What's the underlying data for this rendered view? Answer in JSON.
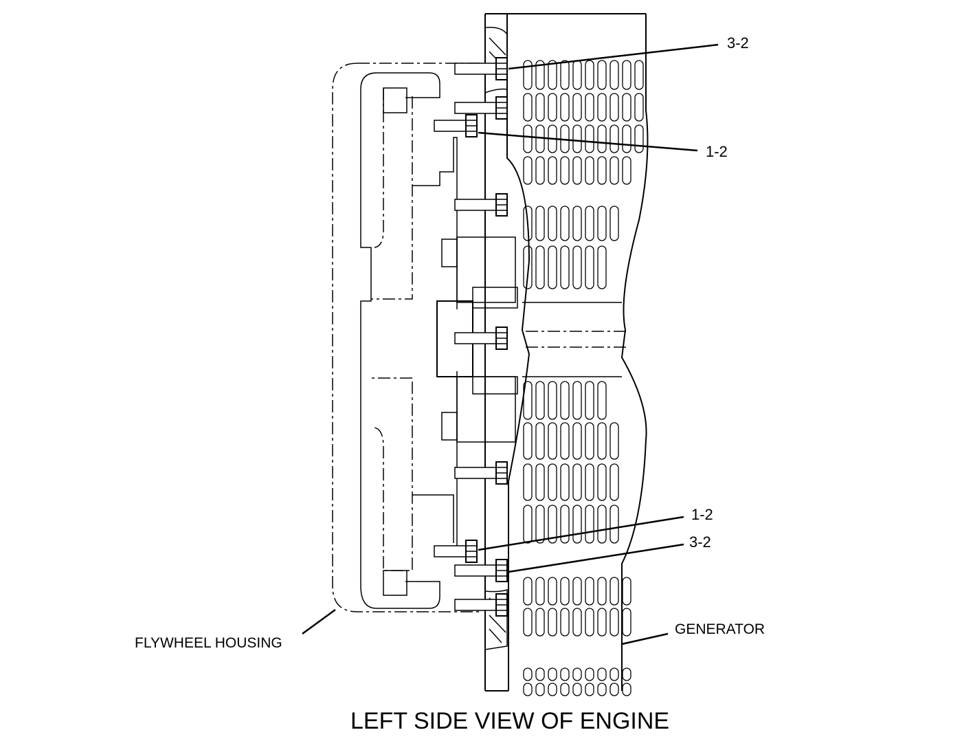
{
  "labels": {
    "callout_top_3_2": "3-2",
    "callout_top_1_2": "1-2",
    "callout_bottom_1_2": "1-2",
    "callout_bottom_3_2": "3-2",
    "flywheel_housing": "FLYWHEEL HOUSING",
    "generator": "GENERATOR",
    "title": "LEFT SIDE VIEW OF ENGINE"
  }
}
